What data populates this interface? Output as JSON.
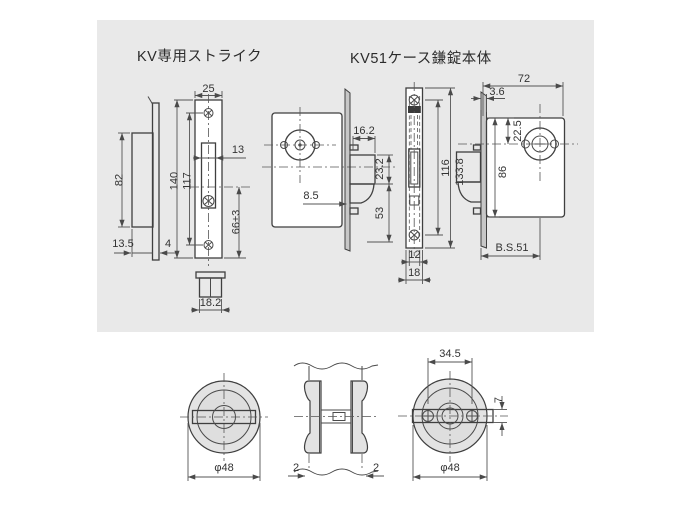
{
  "titles": {
    "strike": "KV専用ストライク",
    "lock_body": "KV51ケース鎌錠本体"
  },
  "strike": {
    "plate_width": "25",
    "hole_width": "13",
    "box_height": "82",
    "plate_height": "140",
    "screw_pitch": "117",
    "hole_center": "66±3",
    "box_depth": "13.5",
    "plate_thickness": "4",
    "dust_box_width": "18.2"
  },
  "lock_body": {
    "edge_offset": "16.2",
    "hook_upper": "23.2",
    "hook_protrusion": "8.5",
    "hook_lower": "53",
    "screw_pitch": "116",
    "face_height": "133.8",
    "inner_width": "12",
    "face_width": "18",
    "panel_width": "72",
    "face_thickness": "3.6",
    "top_offset": "22.5",
    "panel_height": "86",
    "backset": "B.S.51"
  },
  "knobs": {
    "left_diameter": "φ48",
    "left_clearance": "2",
    "right_clearance": "2",
    "screw_pitch": "34.5",
    "bar_height": "7",
    "right_diameter": "φ48"
  },
  "colors": {
    "panel_background": "#e9e9e9",
    "line": "#4a4a4a",
    "edge_fill": "#c7c7c7",
    "knob_fill": "#e3e3e3"
  }
}
